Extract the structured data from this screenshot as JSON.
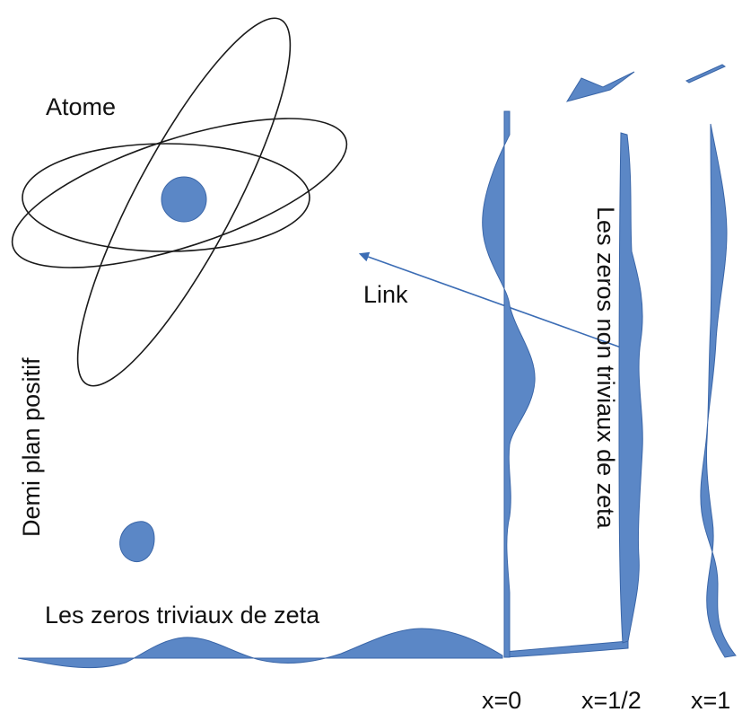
{
  "labels": {
    "atom": "Atome",
    "link": "Link",
    "half_plane": "Demi plan positif",
    "trivial_zeros": "Les zeros triviaux de zeta",
    "nontrivial_zeros": "Les zeros non triviaux de zeta",
    "x0": "x=0",
    "x_half": "x=1/2",
    "x1": "x=1"
  },
  "colors": {
    "wave_fill": "#5b87c6",
    "wave_stroke": "#3a66a8",
    "orbit_line": "#1a1a1a",
    "arrow": "#3c6db5",
    "text": "#111111"
  }
}
